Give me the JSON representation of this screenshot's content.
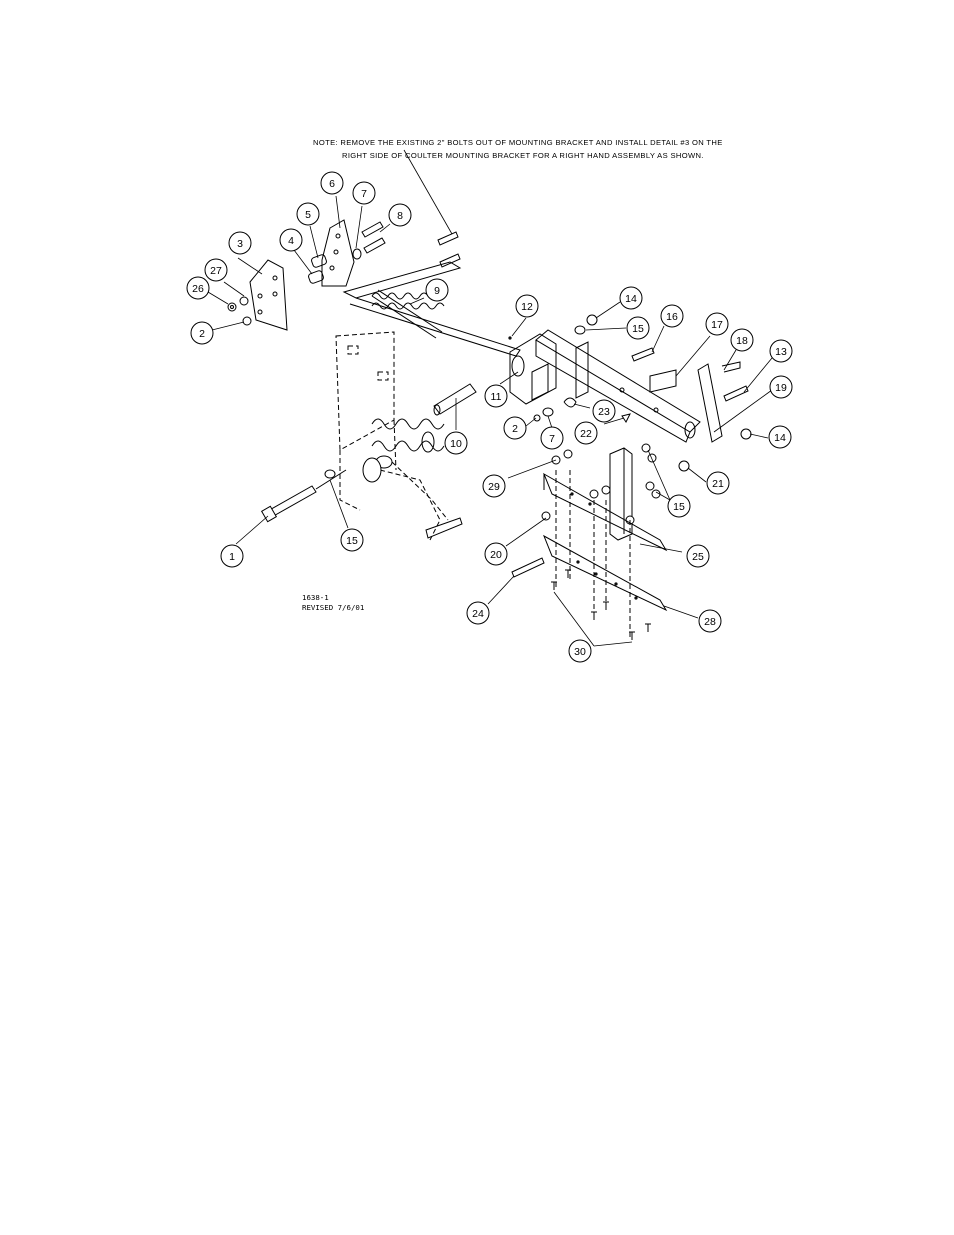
{
  "note": {
    "line1": "NOTE:  REMOVE THE EXISTING 2\" BOLTS OUT OF MOUNTING BRACKET AND INSTALL DETAIL #3 ON THE",
    "line2": "RIGHT SIDE OF COULTER MOUNTING BRACKET FOR A RIGHT HAND ASSEMBLY AS SHOWN."
  },
  "drawing_code": {
    "number": "1638-1",
    "revision": "REVISED 7/6/01"
  },
  "callouts": [
    "1",
    "2",
    "2",
    "3",
    "4",
    "5",
    "6",
    "7",
    "7",
    "8",
    "9",
    "10",
    "11",
    "12",
    "13",
    "14",
    "14",
    "15",
    "15",
    "15",
    "16",
    "17",
    "18",
    "19",
    "20",
    "21",
    "22",
    "23",
    "24",
    "25",
    "26",
    "27",
    "28",
    "29",
    "30"
  ]
}
